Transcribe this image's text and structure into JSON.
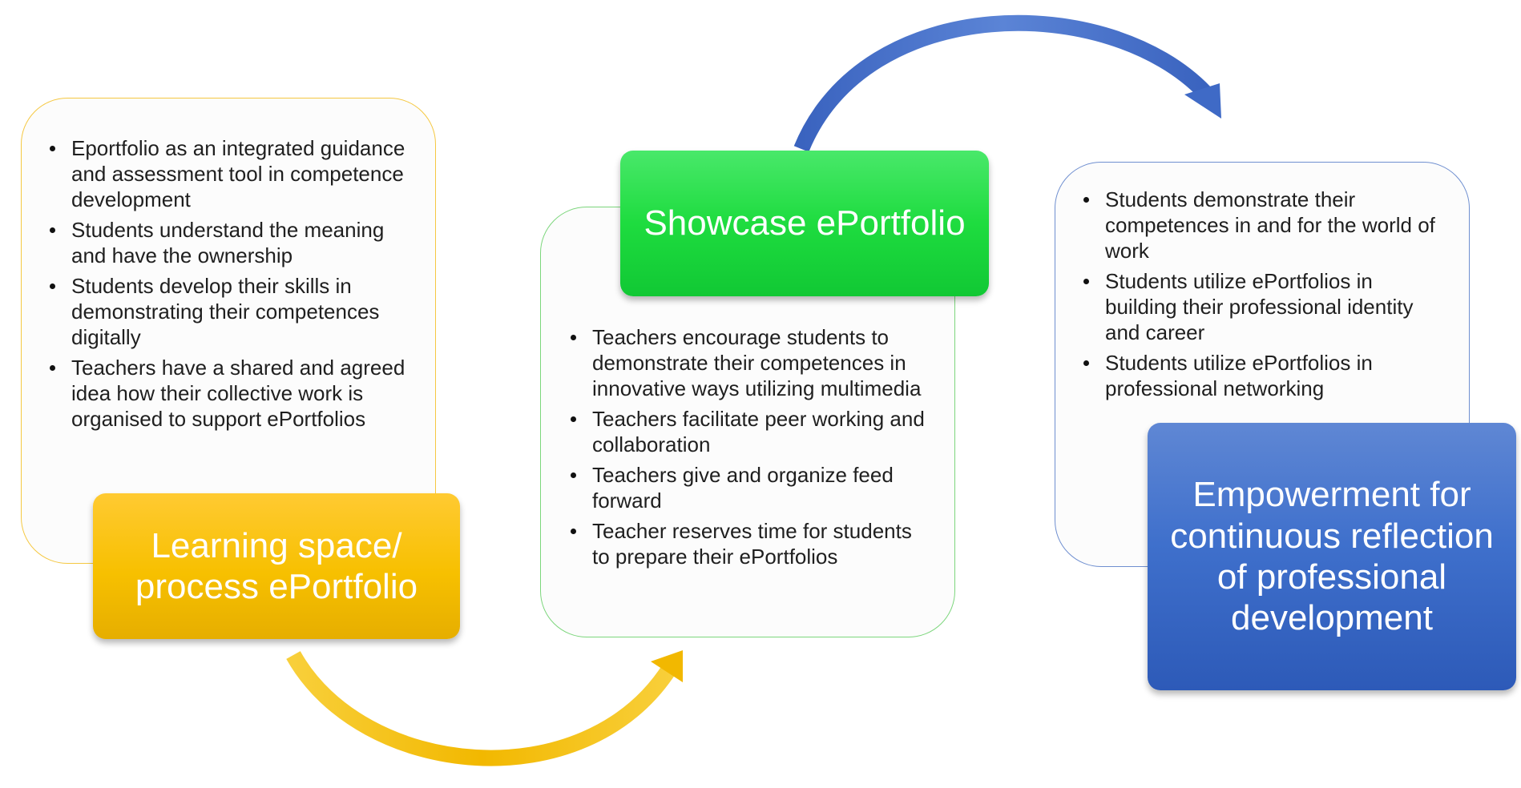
{
  "colors": {
    "learning_accent": "#f7c000",
    "showcase_accent": "#1edc3f",
    "empower_accent": "#3f70cc",
    "arrow_yellow": "#f5bf10",
    "arrow_blue": "#4a74cc"
  },
  "learning": {
    "label": "Learning space/ process ePortfolio",
    "bullets": [
      "Eportfolio as an integrated guidance and assessment tool in competence development",
      "Students understand the meaning and have the ownership",
      "Students develop their skills in demonstrating their competences digitally",
      "Teachers have a shared  and agreed idea how their collective work is organised to support ePortfolios"
    ]
  },
  "showcase": {
    "label": "Showcase ePortfolio",
    "bullets": [
      "Teachers encourage students to demonstrate their competences in innovative ways utilizing multimedia",
      "Teachers facilitate peer working and collaboration",
      "Teachers give and organize feed forward",
      "Teacher reserves time for students to prepare their ePortfolios"
    ]
  },
  "empower": {
    "label": "Empowerment for continuous reflection of professional development",
    "bullets": [
      "Students demonstrate their competences in and for the world of work",
      "Students utilize ePortfolios in building their professional identity and career",
      "Students utilize ePortfolios in professional networking"
    ]
  }
}
